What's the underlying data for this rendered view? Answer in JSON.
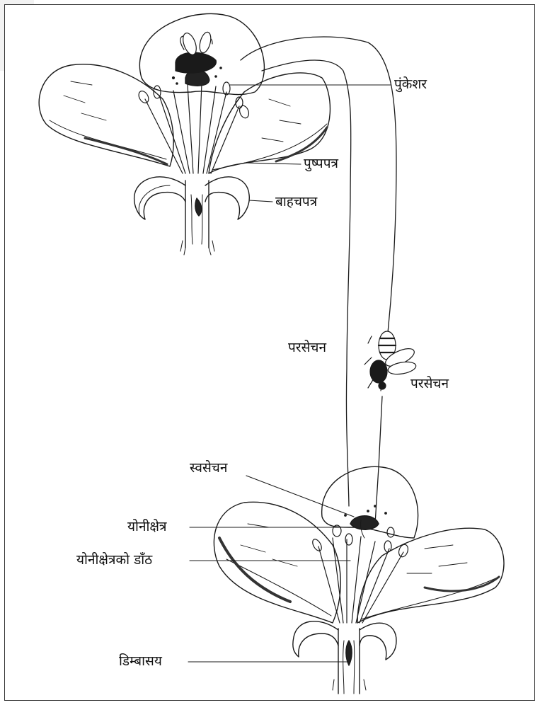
{
  "labels": {
    "stamen": "पुंकेशर",
    "petal": "पुष्पपत्र",
    "sepal": "बाहचपत्र",
    "cross_pollination_left": "परसेचन",
    "cross_pollination_right": "परसेचन",
    "self_pollination": "स्वसेचन",
    "stigma": "योनीक्षेत्र",
    "style": "योनीक्षेत्रको डाँठ",
    "ovary": "डिम्बासय"
  }
}
